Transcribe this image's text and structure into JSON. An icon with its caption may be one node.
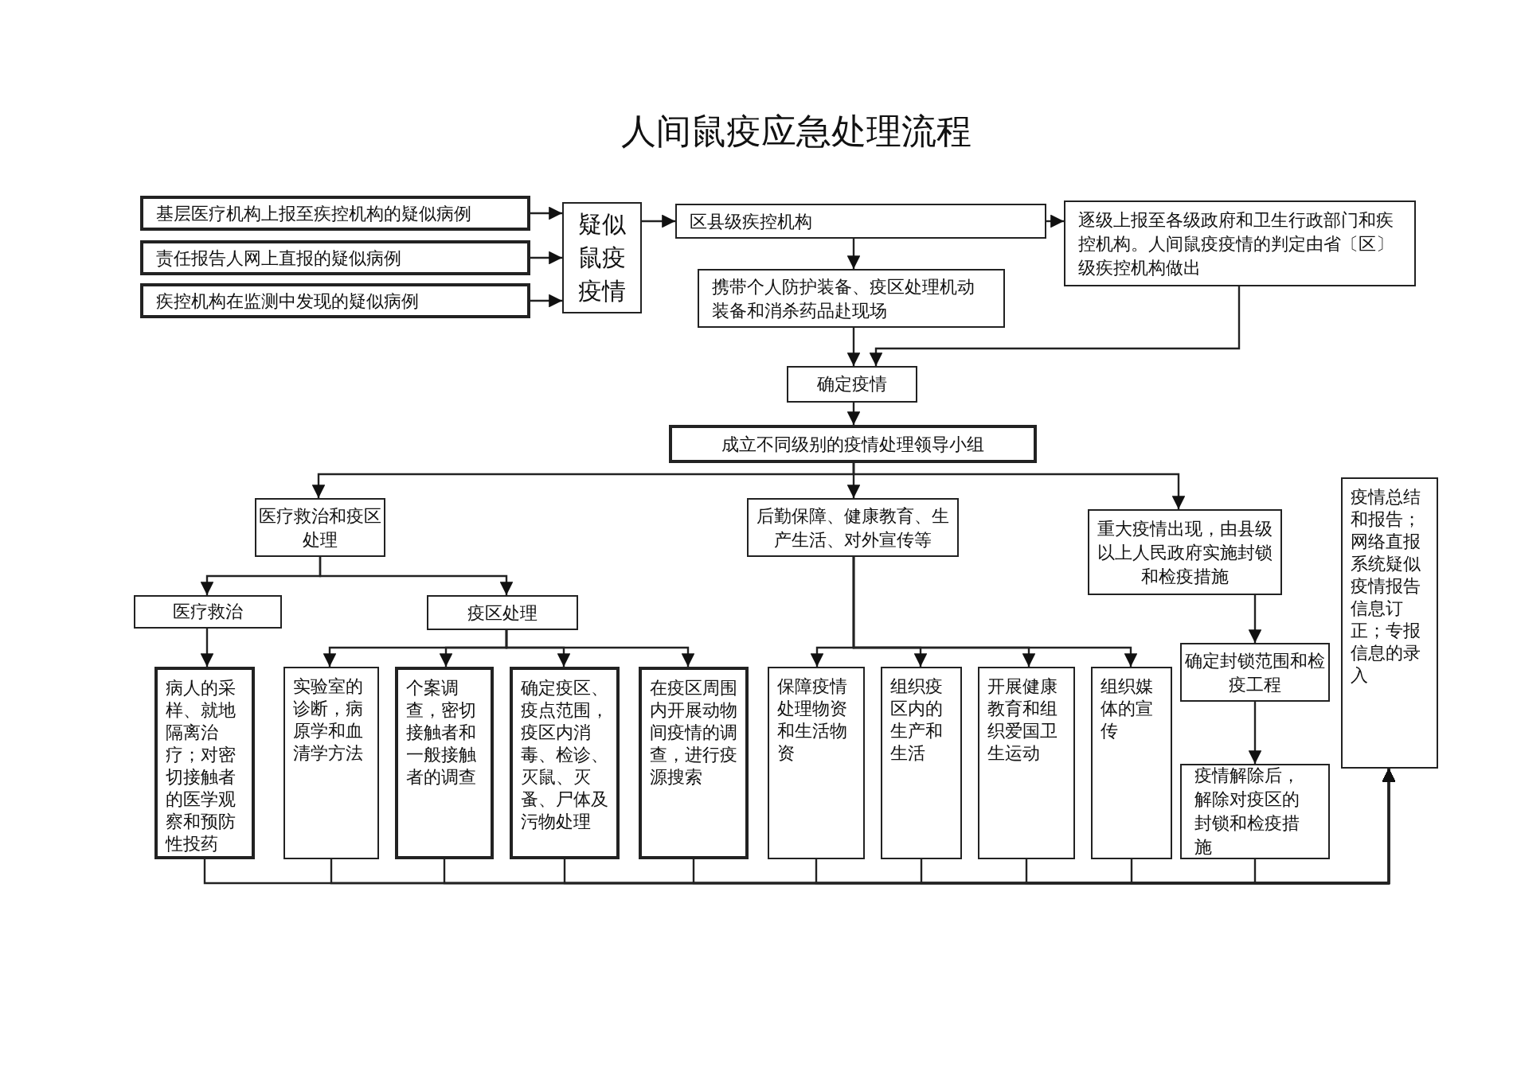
{
  "diagram": {
    "title": "人间鼠疫应急处理流程",
    "nodes": [
      {
        "text": [
          "基层医疗机构上报至疾控机构的疑似病例"
        ]
      },
      {
        "text": [
          "责任报告人网上直报的疑似病例"
        ]
      },
      {
        "text": [
          "疾控机构在监测中发现的疑似病例"
        ]
      },
      {
        "text": [
          "疑似鼠疫疫情"
        ]
      },
      {
        "text": [
          "区县级疾控机构"
        ]
      },
      {
        "text": [
          "逐级上报至各级政府和卫生行政部门和疾控机构。人间鼠疫疫情的判定由省〔区〕级疾控机构做出"
        ]
      },
      {
        "text": [
          "携带个人防护装备、疫区处理机动装备和消杀药品赴现场"
        ]
      },
      {
        "text": [
          "确定疫情"
        ]
      },
      {
        "text": [
          "成立不同级别的疫情处理领导小组"
        ]
      },
      {
        "text": [
          "医疗救治和疫区处理"
        ]
      },
      {
        "text": [
          "后勤保障、健康教育、生产生活、对外宣传等"
        ]
      },
      {
        "text": [
          "重大疫情出现，由县级以上人民政府实施封锁和检疫措施"
        ]
      },
      {
        "text": [
          "疫情总结和报告；网络直报系统疑似疫情报告信息订正；专报信息的录入"
        ]
      },
      {
        "text": [
          "医疗救治"
        ]
      },
      {
        "text": [
          "疫区处理"
        ]
      },
      {
        "text": [
          "病人的采样、就地隔离治疗；对密切接触者的医学观察和预防性投药"
        ]
      },
      {
        "text": [
          "实验室的诊断，病原学和血清学方法"
        ]
      },
      {
        "text": [
          "个案调查，密切接触者和一般接触者的调查"
        ]
      },
      {
        "text": [
          "确定疫区、疫点范围，疫区内消毒、检诊、灭鼠、灭蚤、尸体及污物处理"
        ]
      },
      {
        "text": [
          "在疫区周围内开展动物间疫情的调查，进行疫源搜索"
        ]
      },
      {
        "text": [
          "保障疫情处理物资和生活物资"
        ]
      },
      {
        "text": [
          "组织疫区内的生产和生活"
        ]
      },
      {
        "text": [
          "开展健康教育和组织爱国卫生运动"
        ]
      },
      {
        "text": [
          "组织媒体的宣传"
        ]
      },
      {
        "text": [
          "确定封锁范围和检疫工程"
        ]
      },
      {
        "text": [
          "疫情解除后，解除对疫区的封锁和检疫措施"
        ]
      }
    ],
    "edges": [
      {
        "from": 0,
        "to": 3,
        "arrow": "to"
      },
      {
        "from": 1,
        "to": 3,
        "arrow": "to"
      },
      {
        "from": 2,
        "to": 3,
        "arrow": "to"
      },
      {
        "from": 3,
        "to": 4,
        "arrow": "to"
      },
      {
        "from": 4,
        "to": 6,
        "arrow": "to"
      },
      {
        "from": 4,
        "to": 5,
        "arrow": "to"
      },
      {
        "from": 6,
        "to": 7,
        "arrow": "to"
      },
      {
        "from": 5,
        "to": 7,
        "arrow": "to"
      },
      {
        "from": 7,
        "to": 8,
        "arrow": "to"
      },
      {
        "from": 8,
        "to": 9,
        "arrow": "to"
      },
      {
        "from": 8,
        "to": 10,
        "arrow": "to"
      },
      {
        "from": 8,
        "to": 11,
        "arrow": "to"
      },
      {
        "from": 9,
        "to": 13,
        "arrow": "to"
      },
      {
        "from": 9,
        "to": 14,
        "arrow": "to"
      },
      {
        "from": 13,
        "to": 15,
        "arrow": "to"
      },
      {
        "from": 14,
        "to": 16,
        "arrow": "to"
      },
      {
        "from": 14,
        "to": 17,
        "arrow": "to"
      },
      {
        "from": 14,
        "to": 18,
        "arrow": "to"
      },
      {
        "from": 14,
        "to": 19,
        "arrow": "to"
      },
      {
        "from": 10,
        "to": 20,
        "arrow": "to"
      },
      {
        "from": 10,
        "to": 21,
        "arrow": "to"
      },
      {
        "from": 10,
        "to": 22,
        "arrow": "to"
      },
      {
        "from": 10,
        "to": 23,
        "arrow": "to"
      },
      {
        "from": 11,
        "to": 24,
        "arrow": "to"
      },
      {
        "from": 24,
        "to": 25,
        "arrow": "to"
      },
      {
        "from": 15,
        "to": 12,
        "arrow": "to"
      },
      {
        "from": 16,
        "to": 12,
        "arrow": "to"
      },
      {
        "from": 17,
        "to": 12,
        "arrow": "to"
      },
      {
        "from": 18,
        "to": 12,
        "arrow": "to"
      },
      {
        "from": 19,
        "to": 12,
        "arrow": "to"
      },
      {
        "from": 20,
        "to": 12,
        "arrow": "to"
      },
      {
        "from": 21,
        "to": 12,
        "arrow": "to"
      },
      {
        "from": 22,
        "to": 12,
        "arrow": "to"
      },
      {
        "from": 23,
        "to": 12,
        "arrow": "to"
      },
      {
        "from": 25,
        "to": 12,
        "arrow": "to"
      }
    ]
  }
}
